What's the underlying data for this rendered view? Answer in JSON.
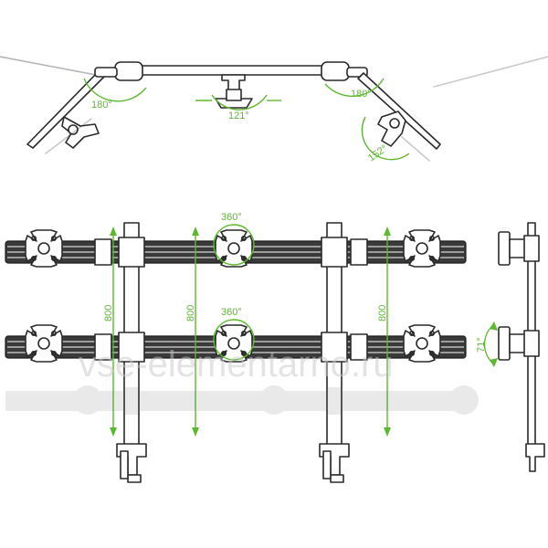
{
  "top_view": {
    "angle_left": "180°",
    "angle_center": "121°",
    "angle_right": "180°",
    "angle_right_lower": "152°"
  },
  "front_view": {
    "rotation_top": "360°",
    "rotation_bottom": "360°",
    "height_left": "800",
    "height_center": "800",
    "height_right": "800"
  },
  "side_view": {
    "tilt_angle": "71°"
  },
  "watermark": "vse-elementarno.ru",
  "colors": {
    "line": "#2a2a2a",
    "dimension": "#5cb82e"
  }
}
